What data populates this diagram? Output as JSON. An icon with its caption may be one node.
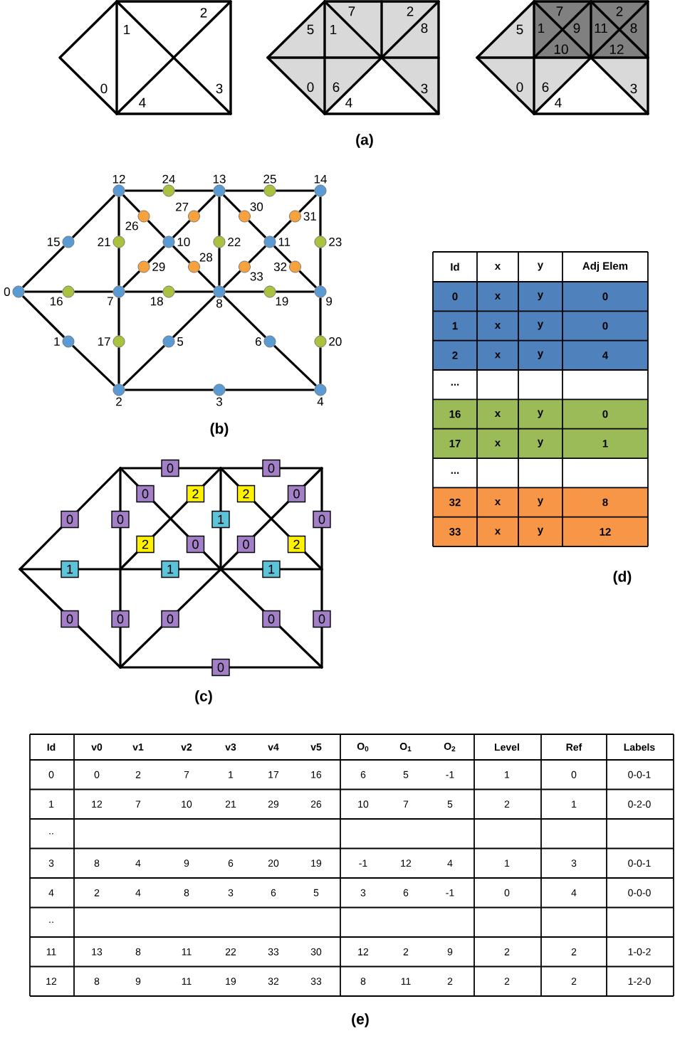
{
  "diagram": {
    "nodes": [
      {
        "text": [],
        "shape": "circle",
        "beside": [
          "0"
        ]
      },
      {
        "text": [],
        "shape": "circle",
        "beside": [
          "1"
        ]
      },
      {
        "text": [],
        "shape": "circle",
        "beside": [
          "2"
        ]
      },
      {
        "text": [],
        "shape": "circle",
        "beside": [
          "3"
        ]
      },
      {
        "text": [],
        "shape": "circle",
        "beside": [
          "4"
        ]
      },
      {
        "text": [],
        "shape": "circle",
        "beside": [
          "5"
        ]
      },
      {
        "text": [],
        "shape": "circle",
        "beside": [
          "6"
        ]
      },
      {
        "text": [],
        "shape": "circle",
        "beside": [
          "7"
        ]
      },
      {
        "text": [],
        "shape": "circle",
        "beside": [
          "8"
        ]
      },
      {
        "text": [],
        "shape": "circle",
        "beside": [
          "9"
        ]
      },
      {
        "text": [],
        "shape": "circle",
        "beside": [
          "10"
        ]
      },
      {
        "text": [],
        "shape": "circle",
        "beside": [
          "11"
        ]
      },
      {
        "text": [],
        "shape": "circle",
        "beside": [
          "12"
        ]
      },
      {
        "text": [],
        "shape": "circle",
        "beside": [
          "13"
        ]
      },
      {
        "text": [],
        "shape": "circle",
        "beside": [
          "14"
        ]
      },
      {
        "text": [],
        "shape": "circle",
        "beside": [
          "15"
        ]
      },
      {
        "text": [],
        "shape": "circle",
        "beside": [
          "16"
        ]
      },
      {
        "text": [],
        "shape": "circle",
        "beside": [
          "17"
        ]
      },
      {
        "text": [],
        "shape": "circle",
        "beside": [
          "18"
        ]
      },
      {
        "text": [],
        "shape": "circle",
        "beside": [
          "19"
        ]
      },
      {
        "text": [],
        "shape": "circle",
        "beside": [
          "20"
        ]
      },
      {
        "text": [],
        "shape": "circle",
        "beside": [
          "21"
        ]
      },
      {
        "text": [],
        "shape": "circle",
        "beside": [
          "22"
        ]
      },
      {
        "text": [],
        "shape": "circle",
        "beside": [
          "23"
        ]
      },
      {
        "text": [],
        "shape": "circle",
        "beside": [
          "24"
        ]
      },
      {
        "text": [],
        "shape": "circle",
        "beside": [
          "25"
        ]
      },
      {
        "text": [],
        "shape": "circle",
        "beside": [
          "26"
        ]
      },
      {
        "text": [],
        "shape": "circle",
        "beside": [
          "27"
        ]
      },
      {
        "text": [],
        "shape": "circle",
        "beside": [
          "28"
        ]
      },
      {
        "text": [],
        "shape": "circle",
        "beside": [
          "29"
        ]
      },
      {
        "text": [],
        "shape": "circle",
        "beside": [
          "30"
        ]
      },
      {
        "text": [],
        "shape": "circle",
        "beside": [
          "31"
        ]
      },
      {
        "text": [],
        "shape": "circle",
        "beside": [
          "32"
        ]
      },
      {
        "text": [],
        "shape": "circle",
        "beside": [
          "33"
        ]
      },
      {
        "text": [
          "0"
        ]
      },
      {
        "text": [
          "0"
        ]
      },
      {
        "text": [
          "0"
        ]
      },
      {
        "text": [
          "2"
        ]
      },
      {
        "text": [
          "2"
        ]
      },
      {
        "text": [
          "0"
        ]
      },
      {
        "text": [
          "0"
        ]
      },
      {
        "text": [
          "0"
        ]
      },
      {
        "text": [
          "1"
        ]
      },
      {
        "text": [
          "0"
        ]
      },
      {
        "text": [
          "2"
        ]
      },
      {
        "text": [
          "0"
        ]
      },
      {
        "text": [
          "0"
        ]
      },
      {
        "text": [
          "2"
        ]
      },
      {
        "text": [
          "1"
        ]
      },
      {
        "text": [
          "1"
        ]
      },
      {
        "text": [
          "1"
        ]
      },
      {
        "text": [
          "0"
        ]
      },
      {
        "text": [
          "0"
        ]
      },
      {
        "text": [
          "0"
        ]
      },
      {
        "text": [
          "0"
        ]
      },
      {
        "text": [
          "0"
        ]
      },
      {
        "text": [
          "0"
        ]
      }
    ],
    "edges": [
      {
        "from": 12,
        "to": 24,
        "arrow": "none"
      },
      {
        "from": 24,
        "to": 13,
        "arrow": "none"
      },
      {
        "from": 13,
        "to": 25,
        "arrow": "none"
      },
      {
        "from": 25,
        "to": 14,
        "arrow": "none"
      },
      {
        "from": 12,
        "to": 15,
        "arrow": "none"
      },
      {
        "from": 15,
        "to": 0,
        "arrow": "none"
      },
      {
        "from": 0,
        "to": 16,
        "arrow": "none"
      },
      {
        "from": 16,
        "to": 7,
        "arrow": "none"
      },
      {
        "from": 7,
        "to": 18,
        "arrow": "none"
      },
      {
        "from": 18,
        "to": 8,
        "arrow": "none"
      },
      {
        "from": 8,
        "to": 19,
        "arrow": "none"
      },
      {
        "from": 19,
        "to": 9,
        "arrow": "none"
      },
      {
        "from": 0,
        "to": 1,
        "arrow": "none"
      },
      {
        "from": 1,
        "to": 2,
        "arrow": "none"
      },
      {
        "from": 2,
        "to": 3,
        "arrow": "none"
      },
      {
        "from": 3,
        "to": 4,
        "arrow": "none"
      },
      {
        "from": 12,
        "to": 21,
        "arrow": "none"
      },
      {
        "from": 21,
        "to": 7,
        "arrow": "none"
      },
      {
        "from": 7,
        "to": 17,
        "arrow": "none"
      },
      {
        "from": 17,
        "to": 2,
        "arrow": "none"
      },
      {
        "from": 13,
        "to": 22,
        "arrow": "none"
      },
      {
        "from": 22,
        "to": 8,
        "arrow": "none"
      },
      {
        "from": 14,
        "to": 23,
        "arrow": "none"
      },
      {
        "from": 23,
        "to": 9,
        "arrow": "none"
      },
      {
        "from": 9,
        "to": 20,
        "arrow": "none"
      },
      {
        "from": 20,
        "to": 4,
        "arrow": "none"
      },
      {
        "from": 2,
        "to": 5,
        "arrow": "none"
      },
      {
        "from": 5,
        "to": 8,
        "arrow": "none"
      },
      {
        "from": 8,
        "to": 6,
        "arrow": "none"
      },
      {
        "from": 6,
        "to": 4,
        "arrow": "none"
      },
      {
        "from": 12,
        "to": 26,
        "arrow": "none"
      },
      {
        "from": 26,
        "to": 10,
        "arrow": "none"
      },
      {
        "from": 10,
        "to": 28,
        "arrow": "none"
      },
      {
        "from": 28,
        "to": 8,
        "arrow": "none"
      },
      {
        "from": 7,
        "to": 29,
        "arrow": "none"
      },
      {
        "from": 29,
        "to": 10,
        "arrow": "none"
      },
      {
        "from": 10,
        "to": 27,
        "arrow": "none"
      },
      {
        "from": 27,
        "to": 13,
        "arrow": "none"
      },
      {
        "from": 13,
        "to": 30,
        "arrow": "none"
      },
      {
        "from": 30,
        "to": 11,
        "arrow": "none"
      },
      {
        "from": 11,
        "to": 32,
        "arrow": "none"
      },
      {
        "from": 32,
        "to": 9,
        "arrow": "none"
      },
      {
        "from": 8,
        "to": 33,
        "arrow": "none"
      },
      {
        "from": 33,
        "to": 11,
        "arrow": "none"
      },
      {
        "from": 11,
        "to": 31,
        "arrow": "none"
      },
      {
        "from": 31,
        "to": 14,
        "arrow": "none"
      }
    ],
    "labels": [
      "1",
      "2",
      "0",
      "3",
      "4",
      "5",
      "7",
      "1",
      "2",
      "8",
      "0",
      "6",
      "4",
      "3",
      "5",
      "7",
      "1",
      "9",
      "11",
      "2",
      "8",
      "10",
      "12",
      "0",
      "6",
      "4",
      "3",
      "(a)",
      "(b)",
      "Id",
      "x",
      "y",
      "Adj Elem",
      "0",
      "x",
      "y",
      "0",
      "1",
      "x",
      "y",
      "0",
      "2",
      "x",
      "y",
      "4",
      "...",
      "16",
      "x",
      "y",
      "0",
      "17",
      "x",
      "y",
      "1",
      "...",
      "32",
      "x",
      "y",
      "8",
      "33",
      "x",
      "y",
      "12",
      "(d)",
      "(c)",
      "Id",
      "v0",
      "v1",
      "v2",
      "v3",
      "v4",
      "v5",
      "O$_{0}$",
      "O$_{1}$",
      "O$_{2}$",
      "Level",
      "Ref",
      "Labels",
      "0",
      "0",
      "2",
      "7",
      "1",
      "17",
      "16",
      "6",
      "5",
      "-1",
      "1",
      "0",
      "0-0-1",
      "1",
      "12",
      "7",
      "10",
      "21",
      "29",
      "26",
      "10",
      "7",
      "5",
      "2",
      "1",
      "0-2-0",
      "..",
      "3",
      "8",
      "4",
      "9",
      "6",
      "20",
      "19",
      "-1",
      "12",
      "4",
      "1",
      "3",
      "0-0-1",
      "4",
      "2",
      "4",
      "8",
      "3",
      "6",
      "5",
      "3",
      "6",
      "-1",
      "0",
      "4",
      "0-0-0",
      "..",
      "11",
      "13",
      "8",
      "11",
      "22",
      "33",
      "30",
      "12",
      "2",
      "9",
      "2",
      "2",
      "1-0-2",
      "12",
      "8",
      "9",
      "11",
      "19",
      "32",
      "33",
      "8",
      "11",
      "2",
      "2",
      "2",
      "1-2-0",
      "(e)"
    ]
  }
}
